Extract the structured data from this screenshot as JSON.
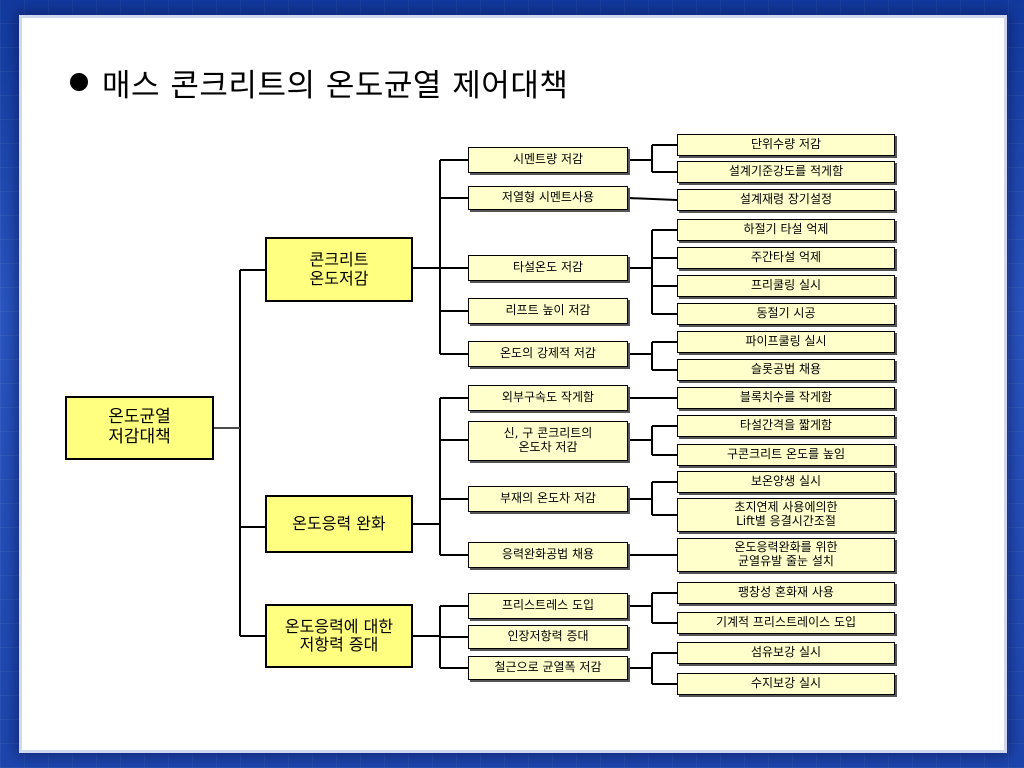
{
  "slide": {
    "title": "매스 콘크리트의 온도균열 제어대책"
  },
  "diagram": {
    "root": "온도균열\n저감대책",
    "level1": [
      "콘크리트\n온도저감",
      "온도응력 완화",
      "온도응력에 대한\n저항력 증대"
    ],
    "level2": [
      "시멘트량 저감",
      "저열형 시멘트사용",
      "타설온도 저감",
      "리프트 높이 저감",
      "온도의 강제적 저감",
      "외부구속도 작게함",
      "신, 구 콘크리트의\n온도차 저감",
      "부재의 온도차 저감",
      "응력완화공법 채용",
      "프리스트레스 도입",
      "인장저항력 증대",
      "철근으로 균열폭 저감"
    ],
    "level3": [
      "단위수량 저감",
      "설계기준강도를 적게함",
      "설계재령 장기설정",
      "하절기 타설 억제",
      "주간타설 억제",
      "프리쿨링 실시",
      "동절기 시공",
      "파이프쿨링 실시",
      "슬롯공법 채용",
      "블록치수를 작게함",
      "타설간격을 짧게함",
      "구콘크리트 온도를 높임",
      "보온양생 실시",
      "초지연제 사용에의한\nLift별 응결시간조절",
      "온도응력완화를 위한\n균열유발 줄눈 설치",
      "팽창성 혼화재 사용",
      "기계적 프리스트레이스 도입",
      "섬유보강 실시",
      "수지보강 실시"
    ]
  }
}
